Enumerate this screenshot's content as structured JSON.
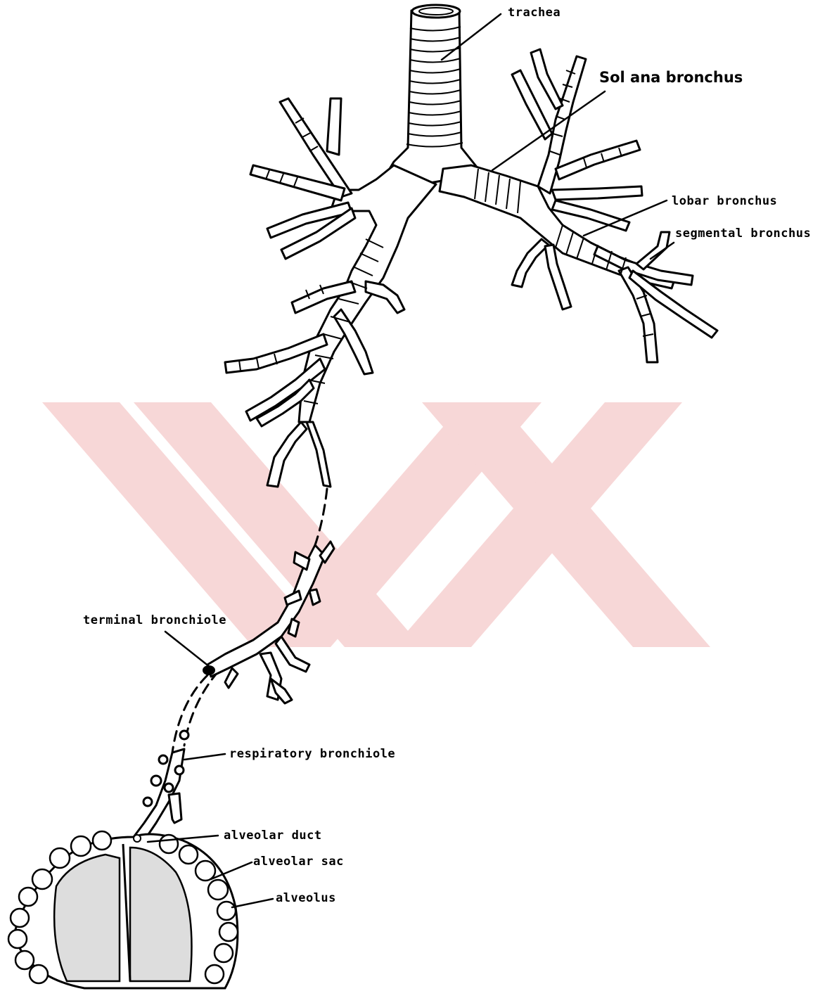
{
  "watermark": {
    "color": "#f6c9c9"
  },
  "labels": {
    "trachea": "trachea",
    "main_bronchus": "Sol ana bronchus",
    "lobar_bronchus": "lobar bronchus",
    "segmental_bronchus": "segmental bronchus",
    "terminal_bronchiole": "terminal bronchiole",
    "respiratory_bronchiole": "respiratory bronchiole",
    "alveolar_duct": "alveolar duct",
    "alveolar_sac": "alveolar sac",
    "alveolus": "alveolus"
  }
}
